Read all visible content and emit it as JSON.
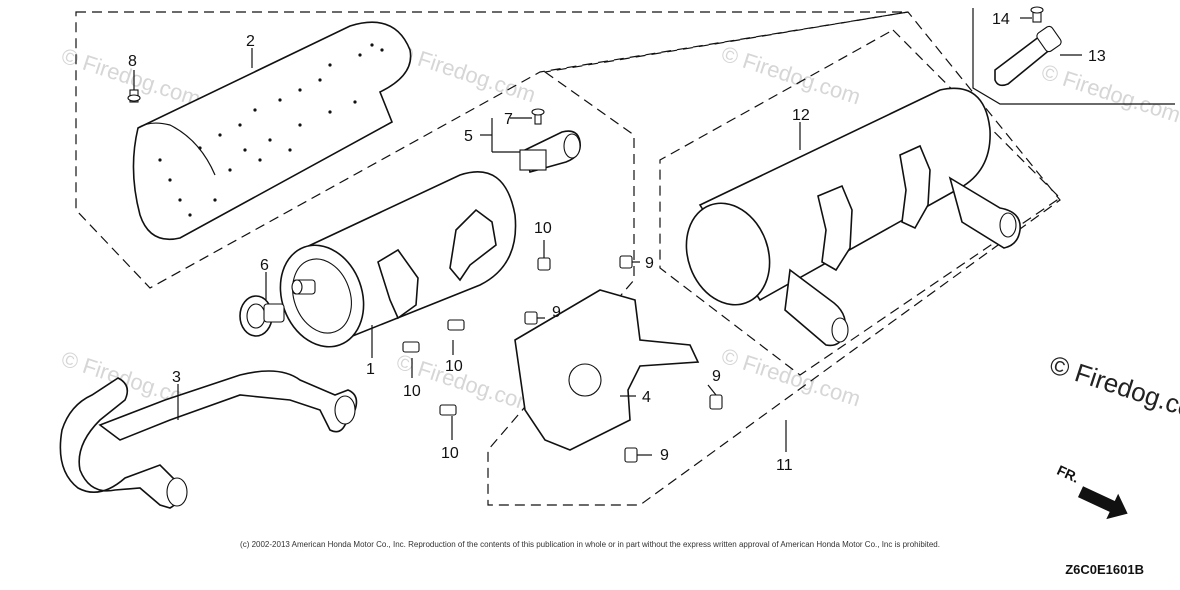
{
  "watermarks": [
    "© Firedog.com",
    "© Firedog.com",
    "© Firedog.com",
    "© Firedog.com",
    "© Firedog.com",
    "© Firedog.com",
    "© Firedog.com"
  ],
  "brand_watermark": "© Firedog.com",
  "callouts": [
    "1",
    "2",
    "3",
    "4",
    "5",
    "6",
    "7",
    "8",
    "9",
    "9",
    "9",
    "9",
    "10",
    "10",
    "10",
    "10",
    "11",
    "12",
    "13",
    "14"
  ],
  "direction_label": "FR.",
  "copyright": "(c) 2002-2013 American Honda Motor Co., Inc. Reproduction of the contents of this publication in whole or in part without the express written approval of American Honda Motor Co., Inc is prohibited.",
  "diagram_code": "Z6C0E1601B",
  "colors": {
    "ink": "#111111",
    "watermark": "#d6d6d6",
    "background": "#ffffff"
  }
}
